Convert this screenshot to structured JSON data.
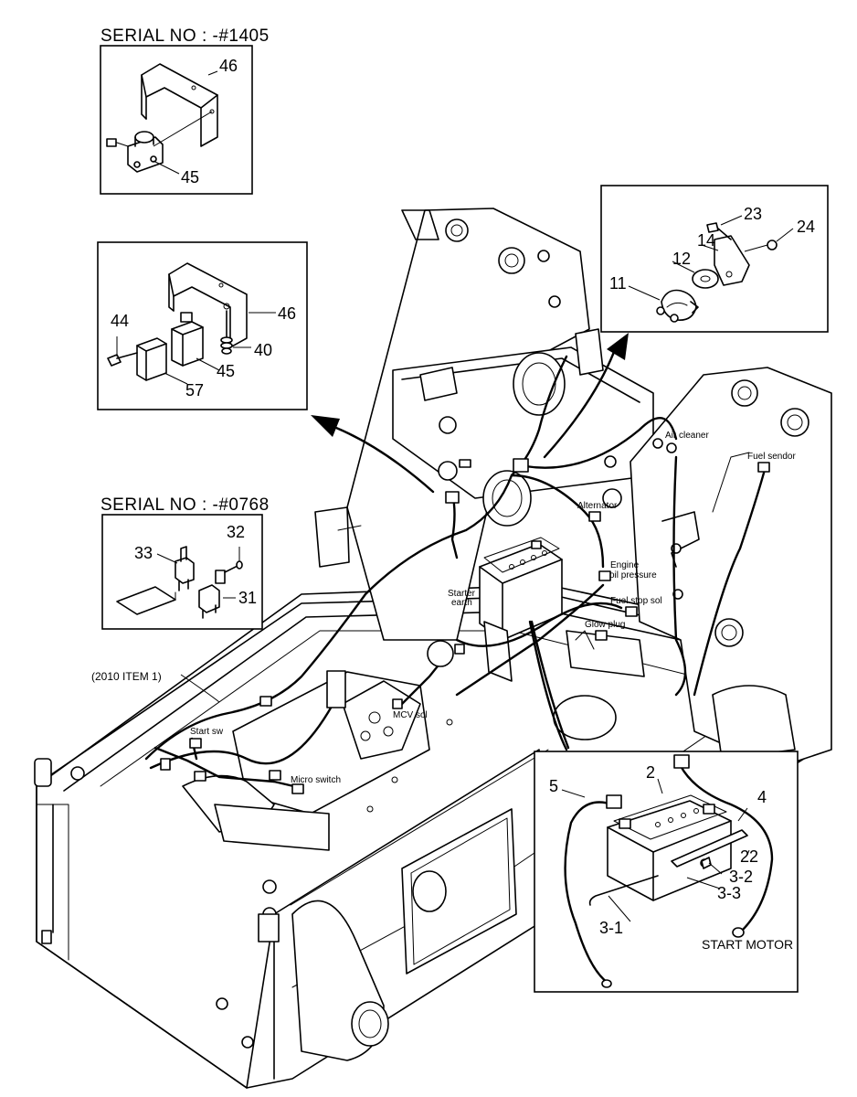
{
  "inset_serial_1405": {
    "heading": "SERIAL NO : -#1405",
    "parts": [
      "46",
      "45"
    ]
  },
  "inset_relay": {
    "parts": [
      "44",
      "46",
      "40",
      "45",
      "57"
    ]
  },
  "inset_switch": {
    "parts": [
      "23",
      "24",
      "14",
      "12",
      "11"
    ]
  },
  "inset_serial_0768": {
    "heading": "SERIAL NO : -#0768",
    "parts": [
      "32",
      "33",
      "31"
    ]
  },
  "inset_battery": {
    "parts": [
      "2",
      "5",
      "4",
      "22",
      "3-2",
      "3-3",
      "3-1"
    ],
    "start_motor": "START MOTOR"
  },
  "frame_labels": {
    "air_cleaner": "Air cleaner",
    "fuel_sendor": "Fuel sendor",
    "alternator": "Alternator",
    "engine_oil_1": "Engine",
    "engine_oil_2": "oil pressure",
    "fuel_stop_sol": "Fuel stop sol",
    "glow_plug": "Glow plug",
    "starter_earth_1": "Starter",
    "starter_earth_2": "earth",
    "mcv_sol": "MCV sol",
    "start_sw": "Start sw",
    "micro_switch": "Micro switch",
    "item_ref": "(2010 ITEM 1)"
  }
}
